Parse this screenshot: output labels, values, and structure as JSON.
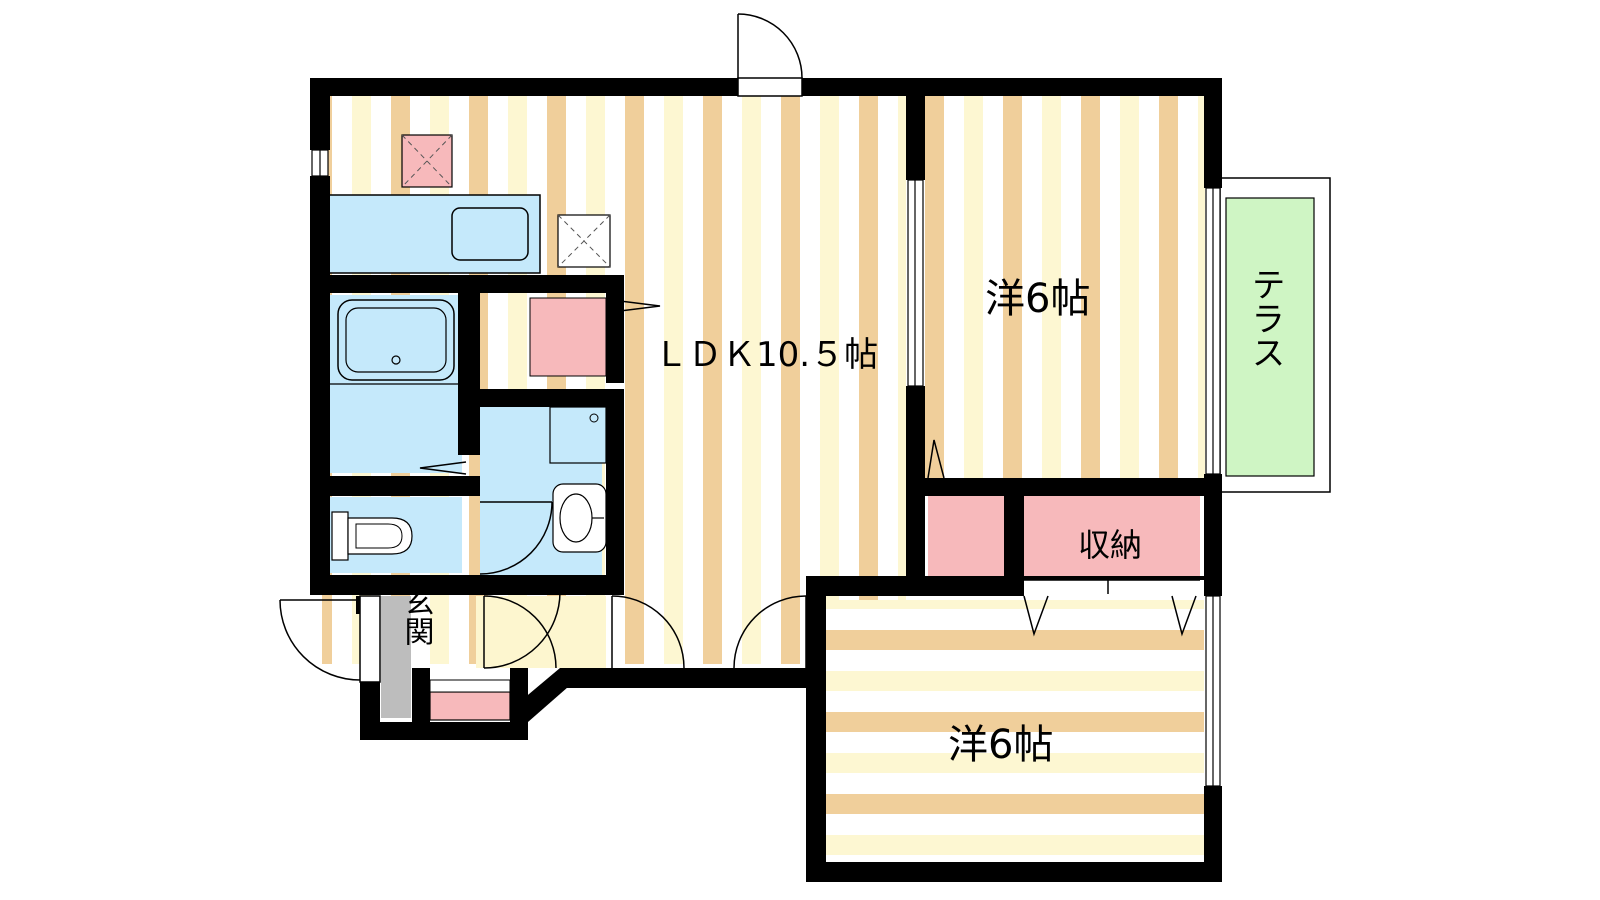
{
  "rooms": {
    "ldk": {
      "label": "ＬＤＫ10.５帖"
    },
    "western_room_upper": {
      "label": "洋6帖"
    },
    "western_room_lower": {
      "label": "洋6帖"
    },
    "storage": {
      "label": "収納"
    },
    "terrace": {
      "label": "テラス"
    },
    "entrance": {
      "label": "玄関"
    }
  },
  "colors": {
    "wall": "#000000",
    "wet_area": "#c5e9fb",
    "storage": "#f7b9bb",
    "terrace": "#cff5c4",
    "floor_stripe_dark": "#f0cf9b",
    "floor_stripe_light": "#fdf7d2",
    "entrance_floor": "#fdf6cf",
    "entrance_step": "#bdbdbd"
  }
}
